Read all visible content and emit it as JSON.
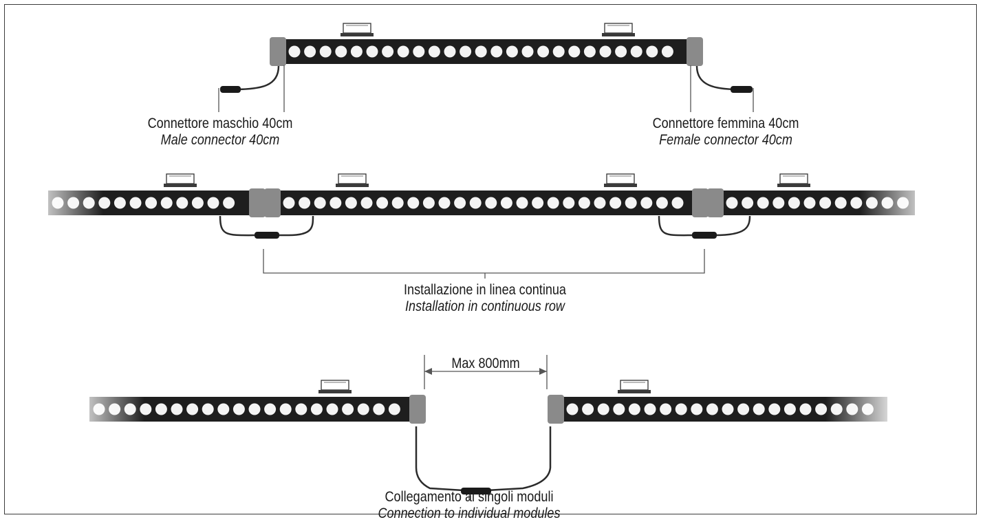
{
  "labels": {
    "male": {
      "it": "Connettore maschio 40cm",
      "en": "Male connector 40cm"
    },
    "female": {
      "it": "Connettore femmina 40cm",
      "en": "Female connector 40cm"
    },
    "continuous": {
      "it": "Installazione in linea continua",
      "en": "Installation in continuous row"
    },
    "max": {
      "text": "Max 800mm"
    },
    "modules": {
      "it": "Collegamento ai singoli moduli",
      "en": "Connection to individual modules"
    }
  },
  "colors": {
    "bar": "#1e1e1e",
    "led": "#f4f4f4",
    "cap": "#8a8a8a",
    "line": "#555555",
    "cable": "#2b2b2b"
  }
}
